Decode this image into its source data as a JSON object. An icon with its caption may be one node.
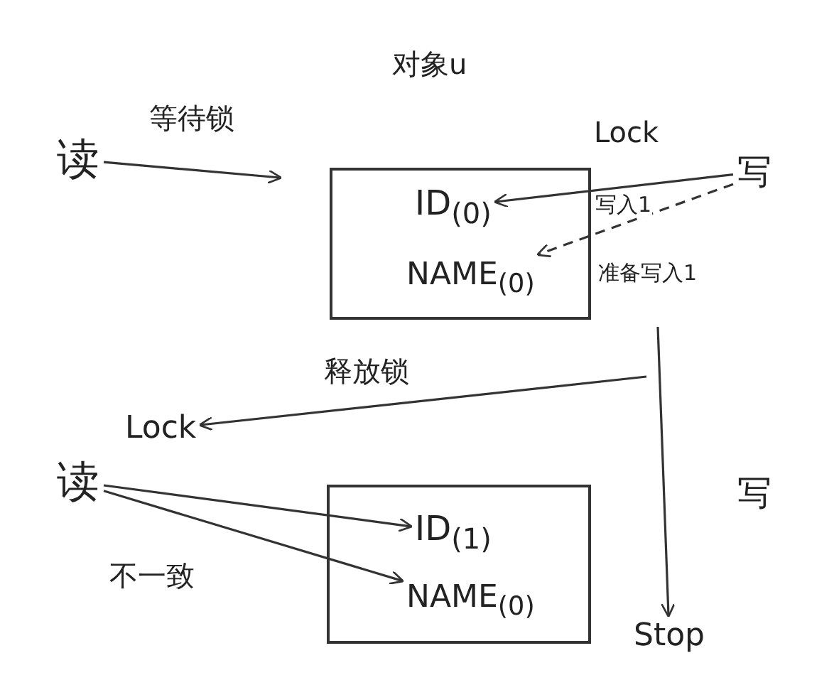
{
  "diagram": {
    "title": "对象u",
    "nodes": [
      {
        "text": [
          "读"
        ]
      },
      {
        "text": [],
        "shape": "box"
      },
      {
        "text": [
          "ID$_{(0)}$"
        ],
        "in": 1
      },
      {
        "text": [
          "NAME$_{(0)}$"
        ],
        "in": 1
      },
      {
        "text": [
          "写"
        ]
      },
      {
        "text": [
          "读"
        ]
      },
      {
        "text": [],
        "shape": "box"
      },
      {
        "text": [
          "ID$_{(1)}$"
        ],
        "in": 6
      },
      {
        "text": [
          "NAME$_{(0)}$"
        ],
        "in": 6
      },
      {
        "text": [
          "Stop"
        ]
      },
      {
        "text": [
          "Lock"
        ]
      }
    ],
    "edges": [
      {
        "from": 0,
        "to": null,
        "arrow": "to",
        "label": "等待锁"
      },
      {
        "from": 4,
        "to": 2,
        "arrow": "to",
        "label": "写入1"
      },
      {
        "from": 4,
        "to": 3,
        "arrow": "to",
        "style": "dashed",
        "label": "准备写入1"
      },
      {
        "from": null,
        "to": 9,
        "arrow": "to"
      },
      {
        "from": null,
        "to": 10,
        "arrow": "to",
        "label": "释放锁"
      },
      {
        "from": 5,
        "to": 7,
        "arrow": "to"
      },
      {
        "from": 5,
        "to": 8,
        "arrow": "to"
      }
    ],
    "labels": [
      "Lock",
      "写",
      "不一致"
    ]
  }
}
